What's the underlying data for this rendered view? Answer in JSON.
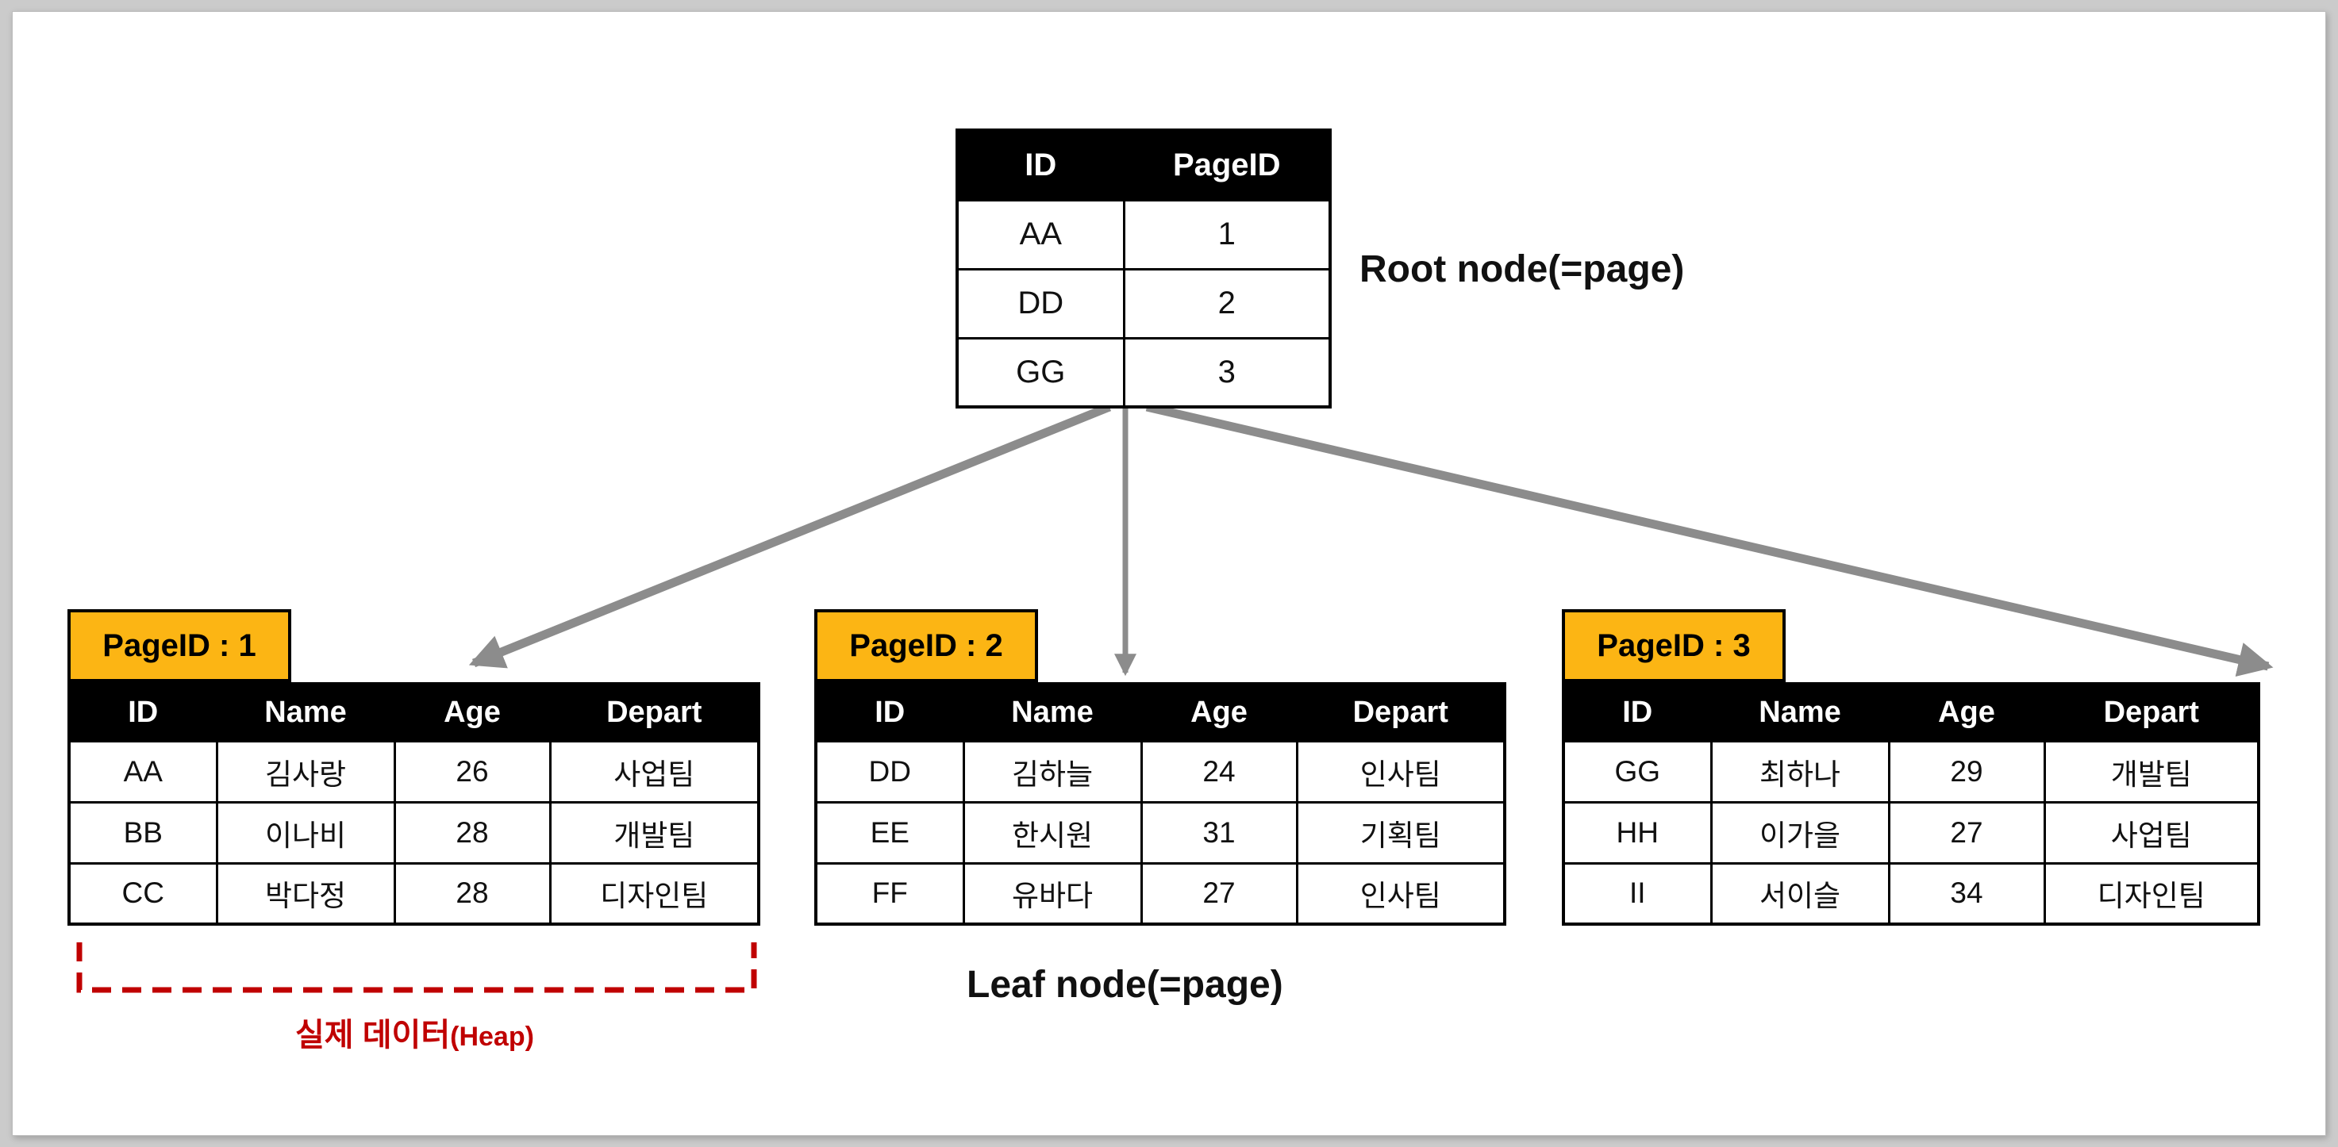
{
  "diagram": {
    "root_label": "Root node(=page)",
    "leaf_label": "Leaf node(=page)",
    "heap_annotation": "실제 데이터",
    "heap_annotation_suffix": "(Heap)",
    "colors": {
      "badge_fill": "#FCB514",
      "arrow_gray": "#8C8C8C",
      "annotation_red": "#C00000",
      "table_header_bg": "#000000",
      "table_header_text": "#FFFFFF"
    }
  },
  "root_table": {
    "headers": [
      "ID",
      "PageID"
    ],
    "rows": [
      [
        "AA",
        "1"
      ],
      [
        "DD",
        "2"
      ],
      [
        "GG",
        "3"
      ]
    ]
  },
  "leaf_pages": [
    {
      "badge": "PageID : 1",
      "headers": [
        "ID",
        "Name",
        "Age",
        "Depart"
      ],
      "rows": [
        [
          "AA",
          "김사랑",
          "26",
          "사업팀"
        ],
        [
          "BB",
          "이나비",
          "28",
          "개발팀"
        ],
        [
          "CC",
          "박다정",
          "28",
          "디자인팀"
        ]
      ]
    },
    {
      "badge": "PageID : 2",
      "headers": [
        "ID",
        "Name",
        "Age",
        "Depart"
      ],
      "rows": [
        [
          "DD",
          "김하늘",
          "24",
          "인사팀"
        ],
        [
          "EE",
          "한시원",
          "31",
          "기획팀"
        ],
        [
          "FF",
          "유바다",
          "27",
          "인사팀"
        ]
      ]
    },
    {
      "badge": "PageID : 3",
      "headers": [
        "ID",
        "Name",
        "Age",
        "Depart"
      ],
      "rows": [
        [
          "GG",
          "최하나",
          "29",
          "개발팀"
        ],
        [
          "HH",
          "이가을",
          "27",
          "사업팀"
        ],
        [
          "II",
          "서이슬",
          "34",
          "디자인팀"
        ]
      ]
    }
  ]
}
